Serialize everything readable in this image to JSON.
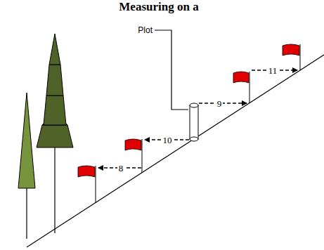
{
  "diagram": {
    "title": "Measuring on a",
    "labels": [
      "Plot",
      "11",
      "9",
      "10",
      "8"
    ]
  }
}
